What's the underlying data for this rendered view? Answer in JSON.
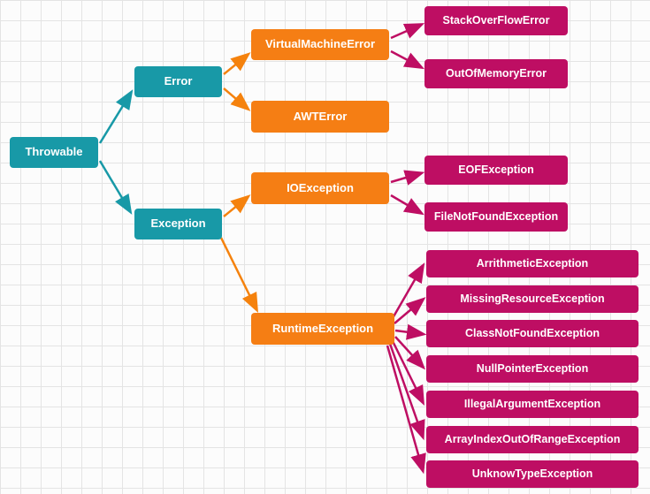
{
  "diagram": {
    "description": "Java Throwable class hierarchy diagram",
    "colors": {
      "level1_root": "#1899a7",
      "level2": "#f57e14",
      "level3": "#be0e63",
      "background": "#fcfcfc",
      "grid_line": "#e4e4e4",
      "node_text": "#ffffff"
    },
    "nodes": {
      "throwable": {
        "label": "Throwable"
      },
      "error": {
        "label": "Error"
      },
      "exception": {
        "label": "Exception"
      },
      "virtual_machine_error": {
        "label": "VirtualMachineError"
      },
      "awt_error": {
        "label": "AWTError"
      },
      "io_exception": {
        "label": "IOException"
      },
      "runtime_exception": {
        "label": "RuntimeException"
      },
      "stack_overflow_error": {
        "label": "StackOverFlowError"
      },
      "out_of_memory_error": {
        "label": "OutOfMemoryError"
      },
      "eof_exception": {
        "label": "EOFException"
      },
      "file_not_found_exception": {
        "label": "FileNotFoundException"
      },
      "arrithmetic_exception": {
        "label": "ArrithmeticException"
      },
      "missing_resource_exception": {
        "label": "MissingResourceException"
      },
      "class_not_found_exception": {
        "label": "ClassNotFoundException"
      },
      "null_pointer_exception": {
        "label": "NullPointerException"
      },
      "illegal_argument_exception": {
        "label": "IllegalArgumentException"
      },
      "array_index_out_of_range_exception": {
        "label": "ArrayIndexOutOfRangeException"
      },
      "unknow_type_exception": {
        "label": "UnknowTypeException"
      }
    },
    "edges": [
      {
        "from": "Throwable",
        "to": "Error"
      },
      {
        "from": "Throwable",
        "to": "Exception"
      },
      {
        "from": "Error",
        "to": "VirtualMachineError"
      },
      {
        "from": "Error",
        "to": "AWTError"
      },
      {
        "from": "Exception",
        "to": "IOException"
      },
      {
        "from": "Exception",
        "to": "RuntimeException"
      },
      {
        "from": "VirtualMachineError",
        "to": "StackOverFlowError"
      },
      {
        "from": "VirtualMachineError",
        "to": "OutOfMemoryError"
      },
      {
        "from": "IOException",
        "to": "EOFException"
      },
      {
        "from": "IOException",
        "to": "FileNotFoundException"
      },
      {
        "from": "RuntimeException",
        "to": "ArrithmeticException"
      },
      {
        "from": "RuntimeException",
        "to": "MissingResourceException"
      },
      {
        "from": "RuntimeException",
        "to": "ClassNotFoundException"
      },
      {
        "from": "RuntimeException",
        "to": "NullPointerException"
      },
      {
        "from": "RuntimeException",
        "to": "IllegalArgumentException"
      },
      {
        "from": "RuntimeException",
        "to": "ArrayIndexOutOfRangeException"
      },
      {
        "from": "RuntimeException",
        "to": "UnknowTypeException"
      }
    ]
  }
}
